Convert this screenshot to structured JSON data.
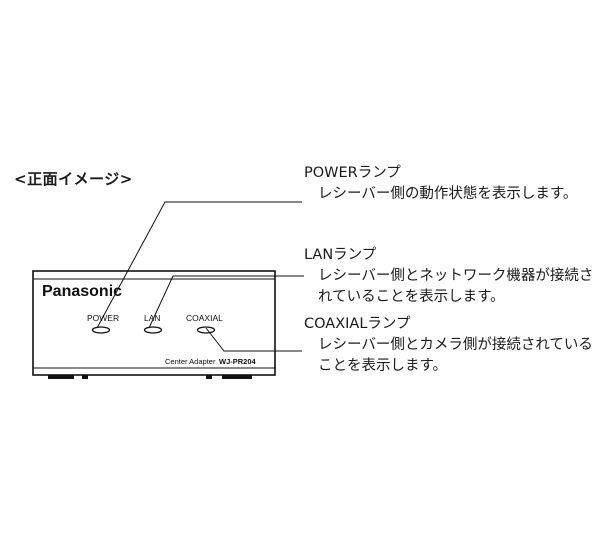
{
  "heading": "<正面イメージ>",
  "device": {
    "brand": "Panasonic",
    "leds": {
      "power": "POWER",
      "lan": "LAN",
      "coaxial": "COAXIAL"
    },
    "model_prefix": "Center Adapter",
    "model_number": "WJ-PR204"
  },
  "callouts": {
    "power": {
      "title": "POWERランプ",
      "lines": [
        "レシーバー側の動作状態を表示します。"
      ]
    },
    "lan": {
      "title": "LANランプ",
      "lines": [
        "レシーバー側とネットワーク機器が接続さ",
        "れていることを表示します。"
      ]
    },
    "coaxial": {
      "title": "COAXIALランプ",
      "lines": [
        "レシーバー側とカメラ側が接続されている",
        "ことを表示します。"
      ]
    }
  }
}
